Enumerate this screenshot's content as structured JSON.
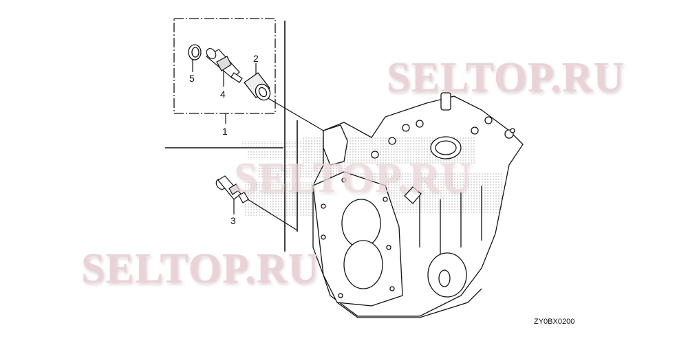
{
  "diagram": {
    "type": "exploded parts diagram",
    "subject": "Outboard engine cylinder block with thermostat/water fitting parts",
    "diagram_code": "ZY0BX0200",
    "callouts": [
      {
        "id": "1",
        "label": "1",
        "description": "assembly group (parts 2, 4, 5 boxed)"
      },
      {
        "id": "2",
        "label": "2",
        "description": "knurled collar / nut"
      },
      {
        "id": "3",
        "label": "3",
        "description": "fitting / plug"
      },
      {
        "id": "4",
        "label": "4",
        "description": "shaft / spindle"
      },
      {
        "id": "5",
        "label": "5",
        "description": "seal ring / washer"
      }
    ],
    "watermarks": [
      {
        "text": "SELTOP.RU",
        "position": "top-right"
      },
      {
        "text": "SELTOP.RU",
        "position": "center"
      },
      {
        "text": "SELTOP.RU",
        "position": "bottom-left"
      }
    ],
    "colors": {
      "line": "#111111",
      "watermark": "#e9d3d6",
      "halftone": "#9a9a9a",
      "background": "#ffffff"
    }
  }
}
